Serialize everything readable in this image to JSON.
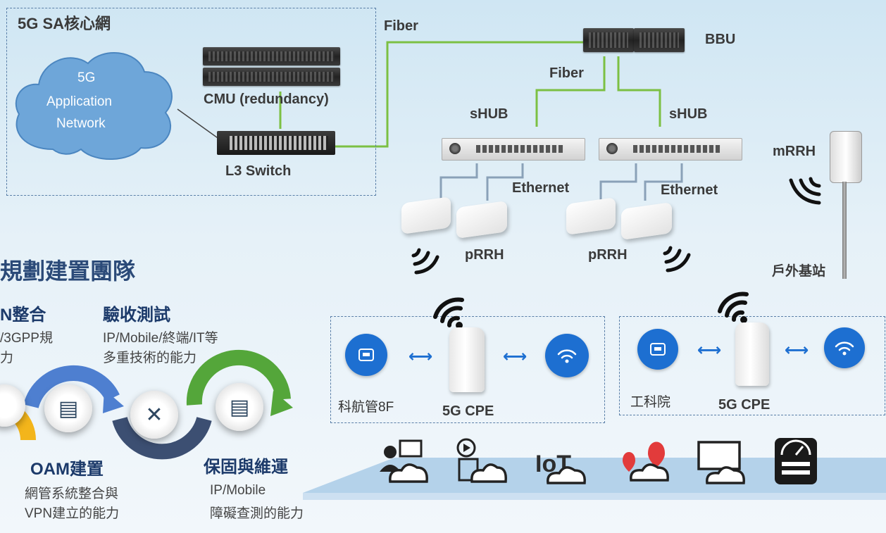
{
  "core": {
    "title": "5G SA核心網",
    "cloud_label_1": "5G",
    "cloud_label_2": "Application",
    "cloud_label_3": "Network",
    "cmu_label": "CMU (redundancy)",
    "switch_label": "L3 Switch"
  },
  "links": {
    "fiber_top": "Fiber",
    "fiber_mid": "Fiber",
    "ethernet_left": "Ethernet",
    "ethernet_right": "Ethernet"
  },
  "ran": {
    "bbu_label": "BBU",
    "shub_left": "sHUB",
    "shub_right": "sHUB",
    "prrh_left": "pRRH",
    "prrh_right": "pRRH",
    "mrrh_label": "mRRH",
    "outdoor_label": "戶外基站"
  },
  "sites": {
    "left_site": "科航管8F",
    "left_cpe": "5G CPE",
    "right_site": "工科院",
    "right_cpe": "5G CPE"
  },
  "team": {
    "title": "規劃建置團隊",
    "item1_head": "N整合",
    "item1_desc_1": "/3GPP規",
    "item1_desc_2": "力",
    "item2_head": "驗收測試",
    "item2_desc_1": "IP/Mobile/終端/IT等",
    "item2_desc_2": "多重技術的能力",
    "item3_head": "OAM建置",
    "item3_desc_1": "網管系統整合與",
    "item3_desc_2": "VPN建立的能力",
    "item4_head": "保固與維運",
    "item4_desc_1": "IP/Mobile",
    "item4_desc_2": "障礙查測的能力"
  },
  "colors": {
    "fiber": "#7cc043",
    "ethernet": "#8aa1b8",
    "accent_blue": "#1d6fd1",
    "arc_blue": "#4e7fd0",
    "arc_green": "#54a63a",
    "arc_yellow": "#f3b51b",
    "arc_navy": "#3c4f72"
  },
  "icons": {
    "cloud": "cloud-icon",
    "ethernet_port": "ethernet-port-icon",
    "wifi": "wifi-icon",
    "arrow": "double-arrow-icon",
    "ring_1": "presentation-board-icon",
    "ring_2": "tools-icon",
    "ring_3": "presentation-board-icon",
    "apps": [
      "video-conference-cloud-icon",
      "media-cloud-icon",
      "iot-cloud-icon",
      "map-cloud-icon",
      "monitor-cloud-icon",
      "meter-icon"
    ]
  }
}
